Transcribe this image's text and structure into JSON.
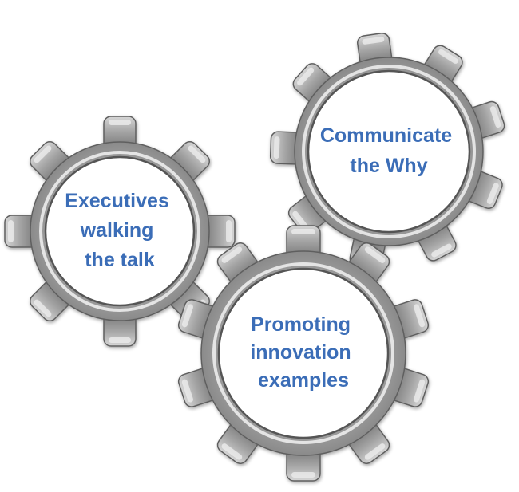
{
  "colors": {
    "gear_fill": "#a9a9a9",
    "gear_highlight": "#ececec",
    "gear_shadow": "#555555",
    "gear_outline": "#5f5f5f",
    "hub_fill": "#ffffff",
    "text": "#3a6db7"
  },
  "gears": [
    {
      "id": "executives",
      "lines": [
        "Executives",
        "walking",
        "the talk"
      ]
    },
    {
      "id": "communicate",
      "lines": [
        "Communicate",
        "the Why"
      ]
    },
    {
      "id": "promoting",
      "lines": [
        "Promoting",
        "innovation",
        "examples"
      ]
    }
  ]
}
